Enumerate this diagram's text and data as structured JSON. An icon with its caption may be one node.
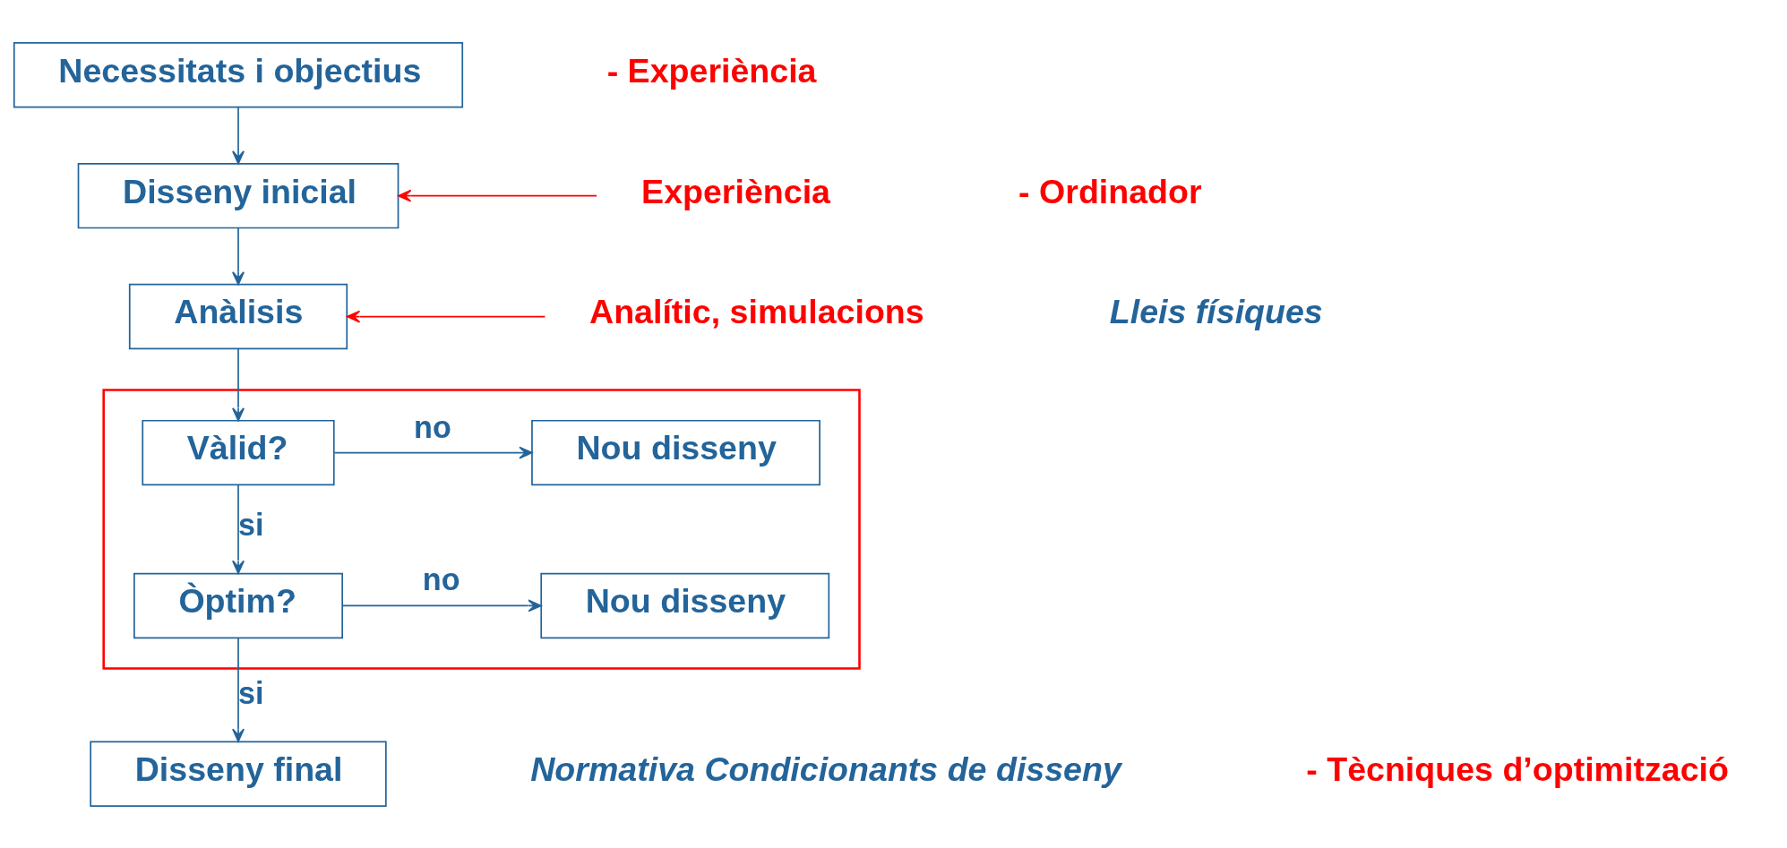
{
  "diagram": {
    "nodes": [
      {
        "text": [
          "Necessitats i objectius"
        ]
      },
      {
        "text": [
          "Disseny inicial"
        ]
      },
      {
        "text": [
          "Experiència"
        ]
      },
      {
        "text": [
          "Anàlisis"
        ]
      },
      {
        "text": [
          "Analític, simulacions"
        ]
      },
      {
        "text": [],
        "shape": "box"
      },
      {
        "text": [
          "Vàlid?"
        ],
        "in": 5
      },
      {
        "text": [
          "Nou disseny"
        ],
        "in": 5
      },
      {
        "text": [
          "Òptim?"
        ],
        "in": 5
      },
      {
        "text": [
          "Nou disseny"
        ],
        "in": 5
      },
      {
        "text": [
          "Disseny final"
        ]
      }
    ],
    "edges": [
      {
        "from": 0,
        "to": 1,
        "arrow": "to"
      },
      {
        "from": 2,
        "to": 1,
        "arrow": "to",
        "color": "#ff0000"
      },
      {
        "from": 1,
        "to": 3,
        "arrow": "to"
      },
      {
        "from": 4,
        "to": 3,
        "arrow": "to",
        "color": "#ff0000"
      },
      {
        "from": 3,
        "to": 6,
        "arrow": "to"
      },
      {
        "from": 6,
        "to": 7,
        "arrow": "to",
        "label": "no"
      },
      {
        "from": 6,
        "to": 8,
        "arrow": "to",
        "label": "si"
      },
      {
        "from": 8,
        "to": 9,
        "arrow": "to",
        "label": "no"
      },
      {
        "from": 8,
        "to": 10,
        "arrow": "to",
        "label": "si"
      }
    ],
    "labels": [
      "Lleis físiques",
      "Normativa Condicionants de disseny",
      "- Experiència",
      "- Ordinador",
      "- Tècniques d’optimització"
    ]
  }
}
